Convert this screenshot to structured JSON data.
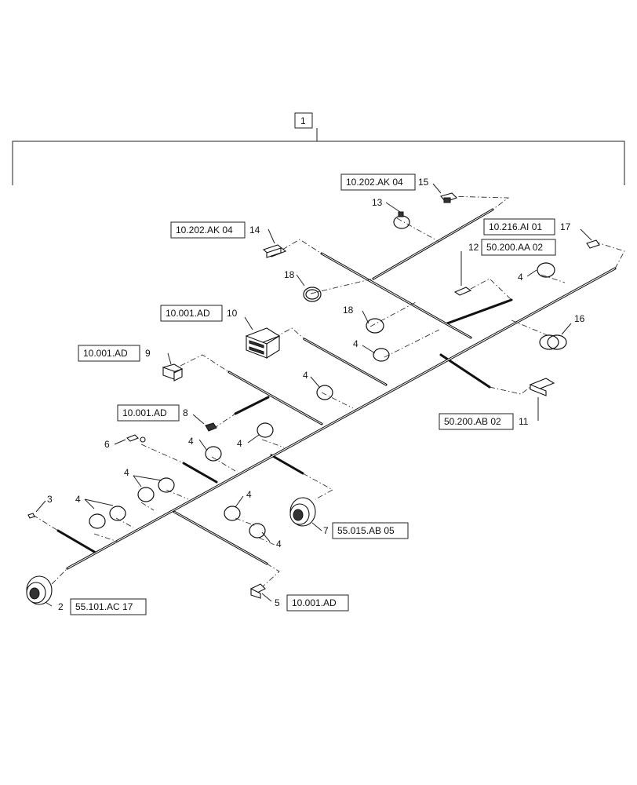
{
  "assembly": {
    "number": "1"
  },
  "refs": [
    {
      "id": "r15",
      "label": "10.202.AK 04"
    },
    {
      "id": "r14",
      "label": "10.202.AK 04"
    },
    {
      "id": "r17",
      "label": "10.216.AI 01"
    },
    {
      "id": "r12",
      "label": "50.200.AA 02"
    },
    {
      "id": "r10",
      "label": "10.001.AD"
    },
    {
      "id": "r9",
      "label": "10.001.AD"
    },
    {
      "id": "r8",
      "label": "10.001.AD"
    },
    {
      "id": "r11",
      "label": "50.200.AB 02"
    },
    {
      "id": "r7",
      "label": "55.015.AB 05"
    },
    {
      "id": "r2",
      "label": "55.101.AC 17"
    },
    {
      "id": "r5",
      "label": "10.001.AD"
    }
  ],
  "callouts": [
    {
      "id": "c15",
      "label": "15"
    },
    {
      "id": "c13",
      "label": "13"
    },
    {
      "id": "c14",
      "label": "14"
    },
    {
      "id": "c17",
      "label": "17"
    },
    {
      "id": "c12",
      "label": "12"
    },
    {
      "id": "c18a",
      "label": "18"
    },
    {
      "id": "c4a",
      "label": "4"
    },
    {
      "id": "c10",
      "label": "10"
    },
    {
      "id": "c18b",
      "label": "18"
    },
    {
      "id": "c16",
      "label": "16"
    },
    {
      "id": "c4b",
      "label": "4"
    },
    {
      "id": "c9",
      "label": "9"
    },
    {
      "id": "c4c",
      "label": "4"
    },
    {
      "id": "c8",
      "label": "8"
    },
    {
      "id": "c11",
      "label": "11"
    },
    {
      "id": "c6",
      "label": "6"
    },
    {
      "id": "c4d",
      "label": "4"
    },
    {
      "id": "c4e",
      "label": "4"
    },
    {
      "id": "c4f",
      "label": "4"
    },
    {
      "id": "c4g",
      "label": "4"
    },
    {
      "id": "c3",
      "label": "3"
    },
    {
      "id": "c4h",
      "label": "4"
    },
    {
      "id": "c7",
      "label": "7"
    },
    {
      "id": "c4i",
      "label": "4"
    },
    {
      "id": "c2",
      "label": "2"
    },
    {
      "id": "c5",
      "label": "5"
    }
  ]
}
